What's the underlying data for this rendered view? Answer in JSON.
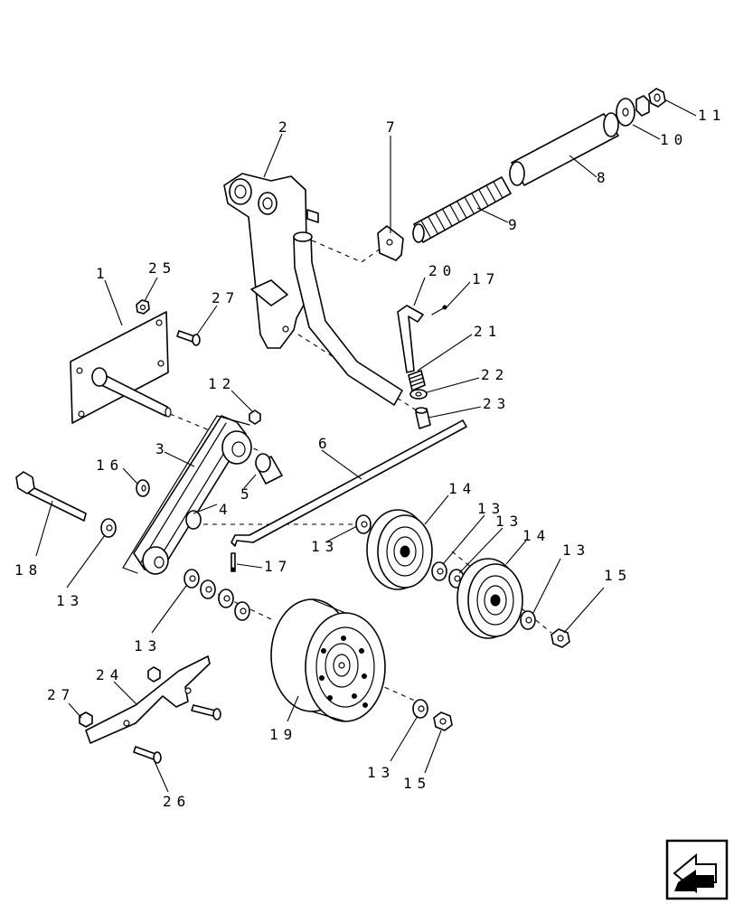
{
  "callouts": {
    "c1": "1",
    "c2": "2",
    "c3": "3",
    "c4": "4",
    "c5": "5",
    "c6": "6",
    "c7": "7",
    "c8": "8",
    "c9": "9",
    "c10": "10",
    "c11": "11",
    "c12": "12",
    "c13a": "13",
    "c13b": "13",
    "c13c": "13",
    "c13d": "13",
    "c13e": "13",
    "c13f": "13",
    "c14a": "14",
    "c14b": "14",
    "c15a": "15",
    "c15b": "15",
    "c16": "16",
    "c17a": "17",
    "c17b": "17",
    "c18": "18",
    "c19": "19",
    "c20": "20",
    "c21": "21",
    "c22": "22",
    "c23": "23",
    "c24": "24",
    "c25": "25",
    "c26": "26",
    "c27a": "27",
    "c27b": "27"
  },
  "nav_icon": "previous-page-arrow-icon",
  "colors": {
    "line": "#000000",
    "background": "#ffffff"
  }
}
